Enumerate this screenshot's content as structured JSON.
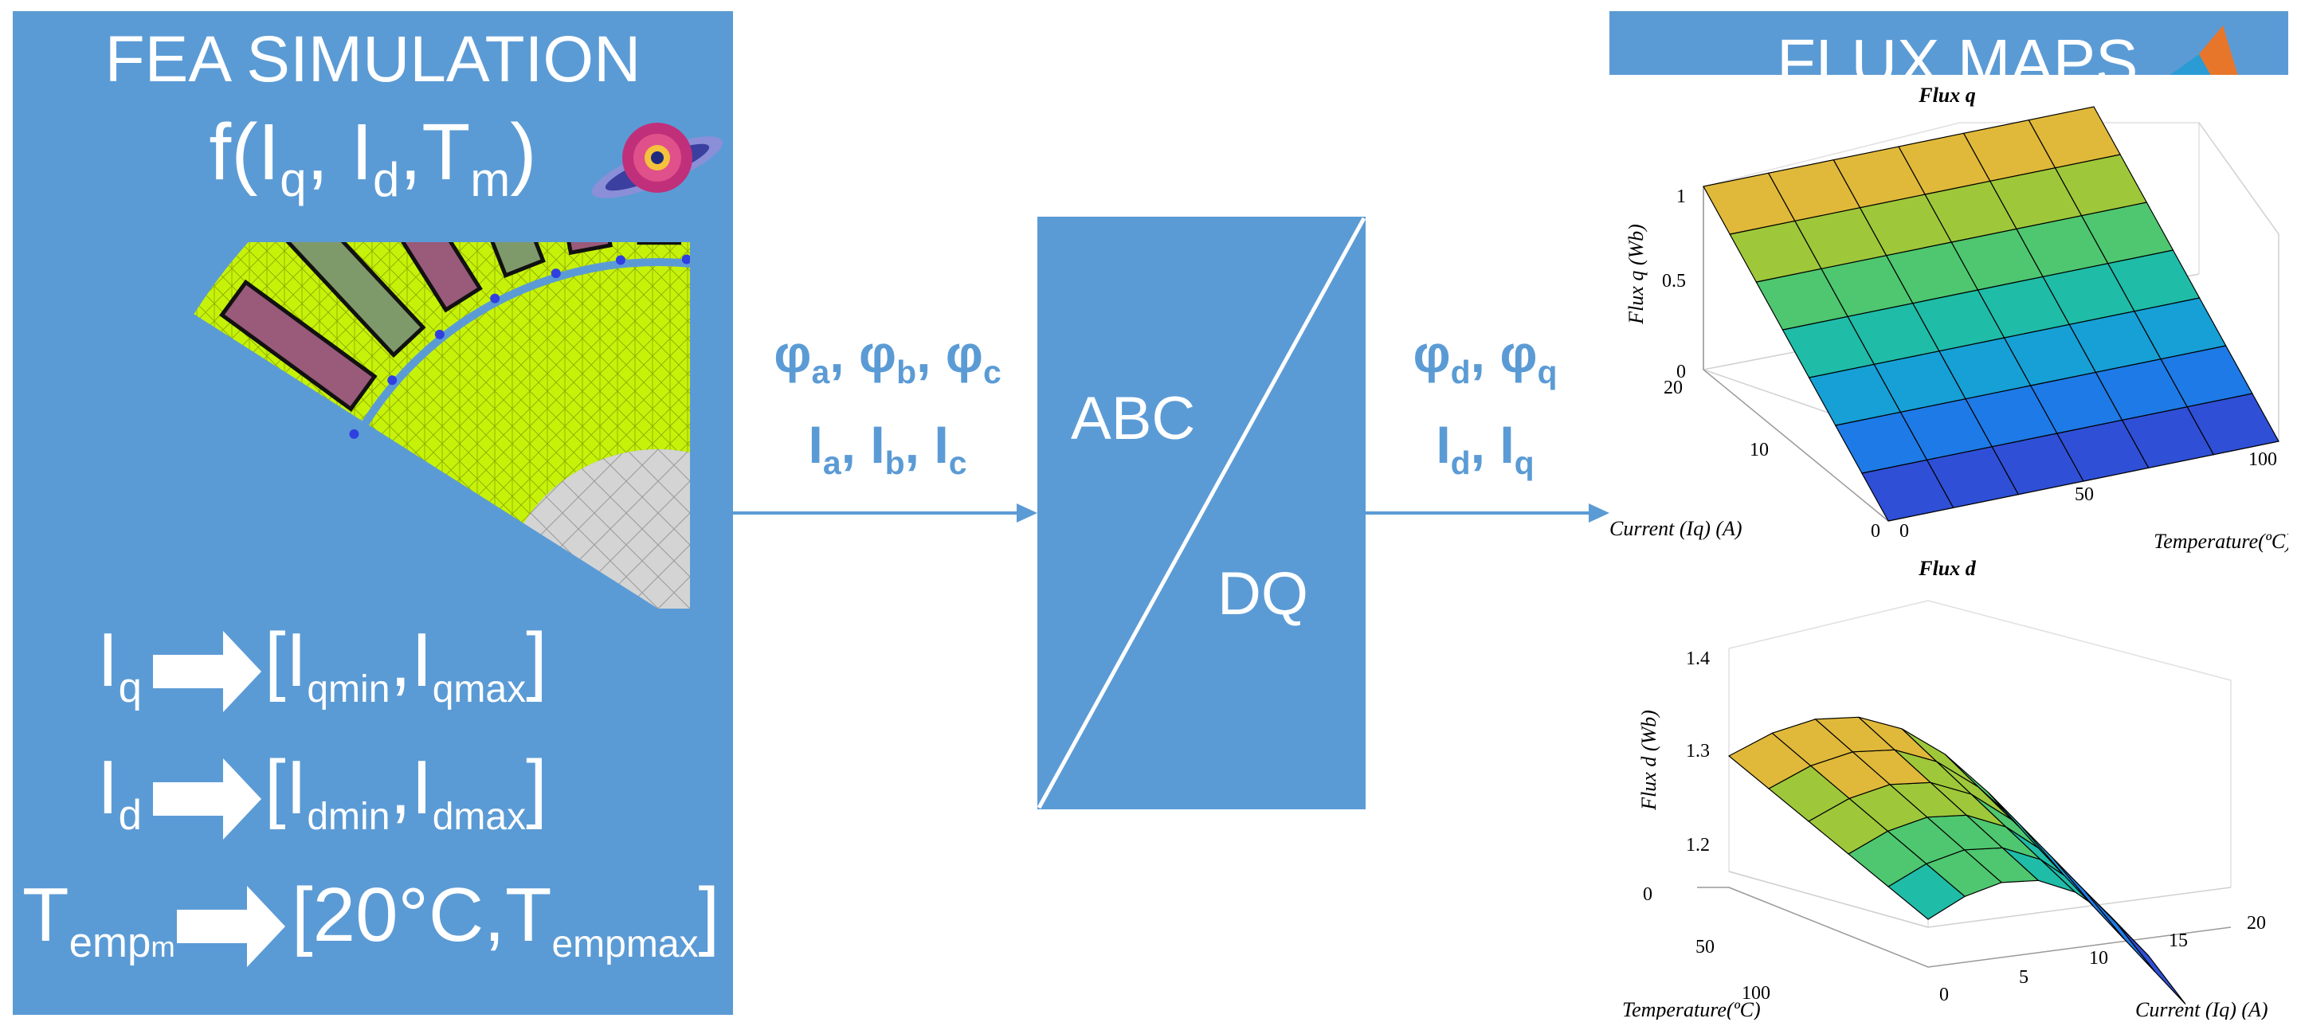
{
  "fea": {
    "title": "FEA SIMULATION",
    "func_f": "f(I",
    "func_q_sub": "q",
    "func_mid": ", I",
    "func_d_sub": "d",
    "func_mid2": ",T",
    "func_m_sub": "m",
    "func_close": ")",
    "ranges": [
      {
        "var": "I",
        "var_sub": "q",
        "open": "[I",
        "min_sub": "qmin",
        "comma": ",I",
        "max_sub": "qmax",
        "close": "]"
      },
      {
        "var": "I",
        "var_sub": "d",
        "open": "[I",
        "min_sub": "dmin",
        "comma": ",I",
        "max_sub": "dmax",
        "close": "]"
      },
      {
        "var": "T",
        "var_sub": "emp",
        "var_sub2": "m",
        "open": "[20°C,T",
        "min_sub": "",
        "comma": "",
        "max_sub": "empmax",
        "close": "]"
      }
    ]
  },
  "inputs": {
    "phi_line": [
      "φ",
      "a",
      ", φ",
      "b",
      ", φ",
      "c"
    ],
    "i_line": [
      "I",
      "a",
      ", I",
      "b",
      ", I",
      "c"
    ]
  },
  "converter": {
    "top_label": "ABC",
    "bottom_label": "DQ"
  },
  "outputs": {
    "phi_line": [
      "φ",
      "d",
      ", φ",
      "q"
    ],
    "i_line": [
      "I",
      "d",
      ", I",
      "q"
    ]
  },
  "flux": {
    "title": "FLUX MAPS",
    "q_plot": {
      "title": "Flux q",
      "zlabel": "Flux q (Wb)",
      "ylabel": "Current (Iq) (A)",
      "xlabel": "Temperature(ºC)",
      "zticks": [
        "0",
        "0.5",
        "1"
      ],
      "yticks": [
        "0",
        "10",
        "20"
      ],
      "xticks": [
        "0",
        "50",
        "100"
      ]
    },
    "d_plot": {
      "title": "Flux d",
      "zlabel": "Flux d (Wb)",
      "ylabel": "Temperature(ºC)",
      "xlabel": "Current (Iq) (A)",
      "zticks": [
        "1.2",
        "1.3",
        "1.4"
      ],
      "yticks": [
        "0",
        "50",
        "100"
      ],
      "xticks": [
        "0",
        "5",
        "10",
        "15",
        "20"
      ]
    }
  },
  "colors": {
    "panel": "#5b9bd5",
    "arrow": "#5b9bd5",
    "text": "#ffffff",
    "signal": "#5b9bd5"
  }
}
